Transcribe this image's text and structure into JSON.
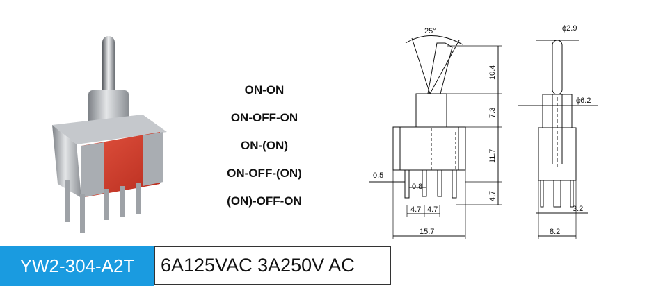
{
  "product": {
    "model": "YW2-304-A2T",
    "rating": "6A125VAC 3A250V AC"
  },
  "modes": [
    "ON-ON",
    "ON-OFF-ON",
    "ON-(ON)",
    "ON-OFF-(ON)",
    "(ON)-OFF-ON"
  ],
  "dimensions": {
    "angle": "25°",
    "lever_height": "10.4",
    "bushing_height": "7.3",
    "body_height": "11.7",
    "pin_length": "4.7",
    "pin_width": "0.5",
    "pin_thickness": "0.8",
    "pin_pitch_left": "4.7",
    "pin_pitch_right": "4.7",
    "body_width": "15.7",
    "lever_diameter": "2.9",
    "bushing_diameter": "6.2",
    "pin_offset": "3.2",
    "side_width": "8.2",
    "diameter_symbol": "ϕ"
  },
  "colors": {
    "accent": "#1a9be0",
    "switch_body": "#d8402f",
    "metal": "#b9bcc0"
  }
}
